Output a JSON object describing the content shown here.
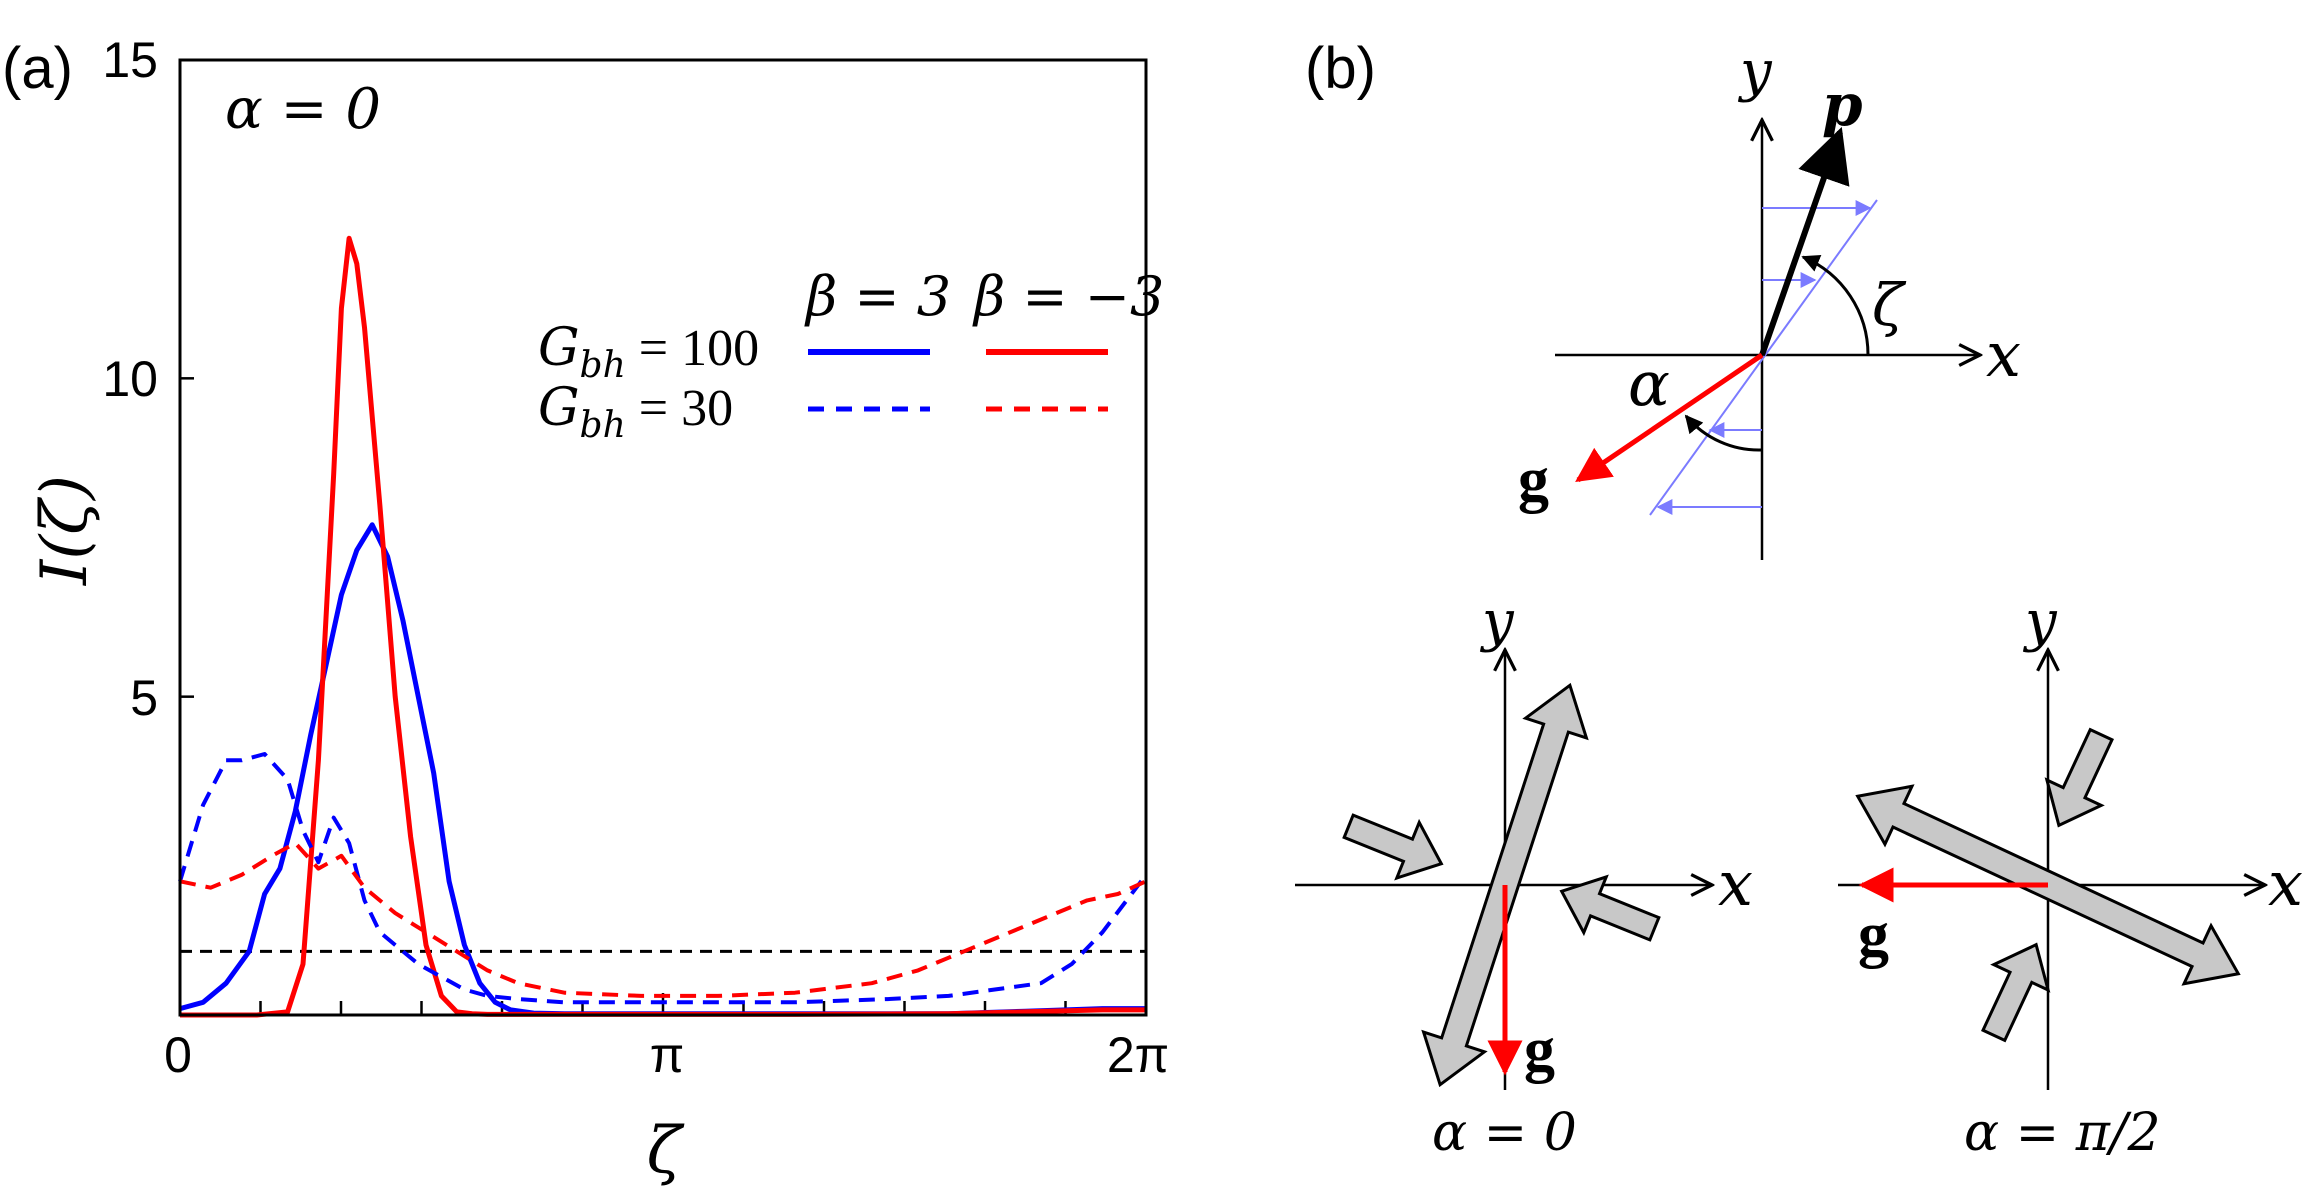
{
  "panel_a": {
    "label": "(a)",
    "annotation": "α = 0",
    "legend": {
      "col1": "β = 3",
      "col2": "β = −3",
      "row1_sym": "G",
      "row1_sub": "bh",
      "row1_val": " = 100",
      "row2_sym": "G",
      "row2_sub": "bh",
      "row2_val": " = 30"
    }
  },
  "chart_data": {
    "type": "line",
    "title": "",
    "xlabel": "ζ",
    "ylabel": "I(ζ)",
    "xlim": [
      0,
      6.2832
    ],
    "ylim": [
      0,
      15
    ],
    "xticks": [
      {
        "v": 0,
        "label": "0"
      },
      {
        "v": 3.1416,
        "label": "π"
      },
      {
        "v": 6.2832,
        "label": "2π"
      }
    ],
    "yticks": [
      {
        "v": 5,
        "label": "5"
      },
      {
        "v": 10,
        "label": "10"
      },
      {
        "v": 15,
        "label": "15"
      }
    ],
    "reference_line": {
      "y": 1.0,
      "style": "dashed",
      "color": "#000000"
    },
    "series": [
      {
        "name": "β = 3, Gbh = 100",
        "color": "#0000ff",
        "dash": false,
        "x": [
          0,
          0.15,
          0.3,
          0.45,
          0.55,
          0.65,
          0.75,
          0.85,
          0.95,
          1.05,
          1.15,
          1.25,
          1.35,
          1.45,
          1.55,
          1.65,
          1.75,
          1.85,
          1.95,
          2.05,
          2.15,
          2.3,
          2.5,
          3.0,
          4.0,
          5.0,
          5.5,
          6.0,
          6.2832
        ],
        "y": [
          0.1,
          0.2,
          0.5,
          1.0,
          1.9,
          2.3,
          3.2,
          4.4,
          5.5,
          6.6,
          7.3,
          7.7,
          7.2,
          6.2,
          5.0,
          3.8,
          2.1,
          1.1,
          0.5,
          0.2,
          0.08,
          0.03,
          0.02,
          0.02,
          0.02,
          0.02,
          0.06,
          0.1,
          0.1
        ]
      },
      {
        "name": "β = −3, Gbh = 100",
        "color": "#ff0000",
        "dash": false,
        "x": [
          0,
          0.5,
          0.7,
          0.8,
          0.9,
          1.0,
          1.05,
          1.1,
          1.15,
          1.2,
          1.3,
          1.4,
          1.5,
          1.6,
          1.7,
          1.8,
          1.9,
          2.0,
          2.2,
          2.5,
          3.0,
          4.0,
          5.0,
          6.0,
          6.2832
        ],
        "y": [
          0,
          0,
          0.05,
          0.8,
          4.0,
          8.5,
          11.1,
          12.2,
          11.8,
          10.8,
          8.0,
          5.0,
          2.8,
          1.1,
          0.3,
          0.05,
          0.02,
          0.01,
          0.01,
          0.01,
          0.01,
          0.01,
          0.02,
          0.08,
          0.08
        ]
      },
      {
        "name": "β = 3, Gbh = 30",
        "color": "#0000ff",
        "dash": true,
        "x": [
          0,
          0.15,
          0.3,
          0.4,
          0.55,
          0.7,
          0.8,
          0.9,
          1.0,
          1.1,
          1.2,
          1.3,
          1.4,
          1.55,
          1.7,
          1.85,
          2.0,
          2.2,
          2.5,
          3.0,
          4.0,
          4.6,
          5.0,
          5.3,
          5.6,
          5.8,
          6.0,
          6.2832
        ],
        "y": [
          2.1,
          3.3,
          4.0,
          4.0,
          4.1,
          3.7,
          2.9,
          2.4,
          3.1,
          2.7,
          1.8,
          1.3,
          1.1,
          0.8,
          0.6,
          0.4,
          0.3,
          0.25,
          0.2,
          0.2,
          0.2,
          0.25,
          0.3,
          0.4,
          0.5,
          0.8,
          1.3,
          2.2
        ]
      },
      {
        "name": "β = −3, Gbh = 30",
        "color": "#ff0000",
        "dash": true,
        "x": [
          0,
          0.2,
          0.4,
          0.6,
          0.75,
          0.9,
          1.05,
          1.2,
          1.4,
          1.6,
          1.8,
          2.0,
          2.2,
          2.5,
          3.0,
          3.5,
          4.0,
          4.5,
          4.8,
          5.0,
          5.3,
          5.6,
          5.9,
          6.1,
          6.2832
        ],
        "y": [
          2.1,
          2.0,
          2.2,
          2.5,
          2.7,
          2.3,
          2.5,
          2.0,
          1.6,
          1.3,
          1.0,
          0.7,
          0.5,
          0.35,
          0.3,
          0.3,
          0.35,
          0.5,
          0.7,
          0.9,
          1.2,
          1.5,
          1.8,
          1.9,
          2.1
        ]
      }
    ]
  },
  "panel_b": {
    "label": "(b)",
    "x_axis": "x",
    "y_axis": "y",
    "vec_p": "p",
    "vec_g": "g",
    "angle_zeta": "ζ",
    "angle_alpha": "α",
    "sub1_caption": "α = 0",
    "sub2_caption": "α = π/2",
    "colors": {
      "gravity": "#ff0000",
      "flow": "#7b7bff",
      "arrow_fill": "#c8c8c8"
    }
  }
}
